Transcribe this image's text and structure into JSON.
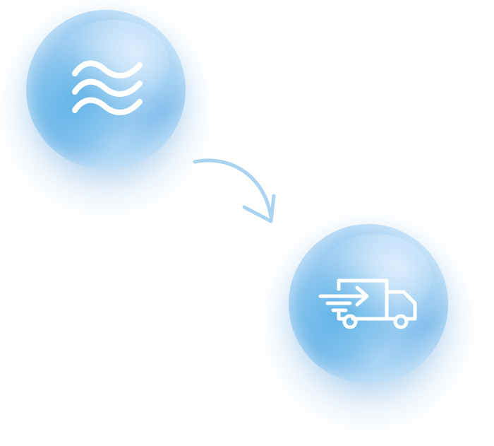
{
  "diagram": {
    "nodes": [
      {
        "id": "water",
        "icon": "waves-icon"
      },
      {
        "id": "truck",
        "icon": "delivery-truck-icon"
      }
    ],
    "edges": [
      {
        "from": "water",
        "to": "truck",
        "style": "curved-arrow"
      }
    ]
  },
  "colors": {
    "node_fill": "#8ec6ef",
    "node_highlight": "#d2e8fc",
    "arrow": "#a9d3f1",
    "icon_stroke": "#ffffff"
  }
}
